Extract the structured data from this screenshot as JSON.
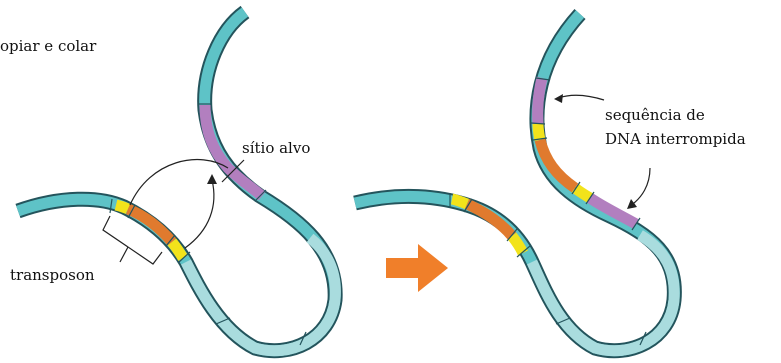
{
  "labels": {
    "mechanism": "opiar e colar",
    "target_site": "sítio alvo",
    "transposon": "transposon",
    "interrupted_line1": "sequência de",
    "interrupted_line2": "DNA interrompida"
  },
  "colors": {
    "dna_upper": "#5ec3c7",
    "dna_lower": "#a9dcde",
    "outline": "#24545c",
    "transposon_core": "#e07a2e",
    "transposon_ends": "#f2e31b",
    "target_site": "#b27fbf",
    "arrow": "#f07f2a"
  },
  "icons": {
    "transition_arrow": "right-arrow"
  }
}
